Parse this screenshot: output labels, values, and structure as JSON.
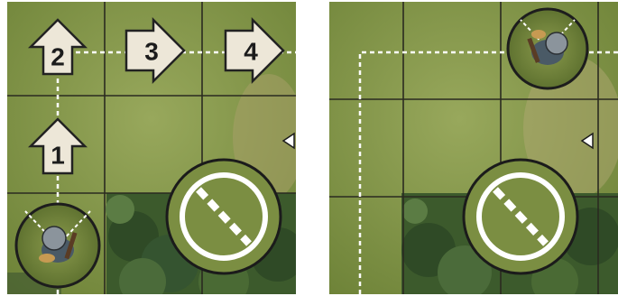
{
  "panels": [
    {
      "id": "left",
      "move_steps": [
        {
          "label": "1",
          "direction": "up"
        },
        {
          "label": "2",
          "direction": "up"
        },
        {
          "label": "3",
          "direction": "right"
        },
        {
          "label": "4",
          "direction": "right"
        }
      ],
      "unit": "soldier-token",
      "objective": "no-entry-objective-marker",
      "edge_marker": "left-pointing-triangle"
    },
    {
      "id": "right",
      "move_steps": [],
      "unit": "soldier-token",
      "objective": "no-entry-objective-marker",
      "edge_marker": "left-pointing-triangle"
    }
  ],
  "colors": {
    "grass": "#7e9442",
    "grass_light": "#98a85c",
    "forest": "#2f4a26",
    "grid_line": "#2a2a20",
    "path_line": "#ffffff",
    "arrow_fill": "#ede7d8",
    "arrow_stroke": "#222222"
  }
}
